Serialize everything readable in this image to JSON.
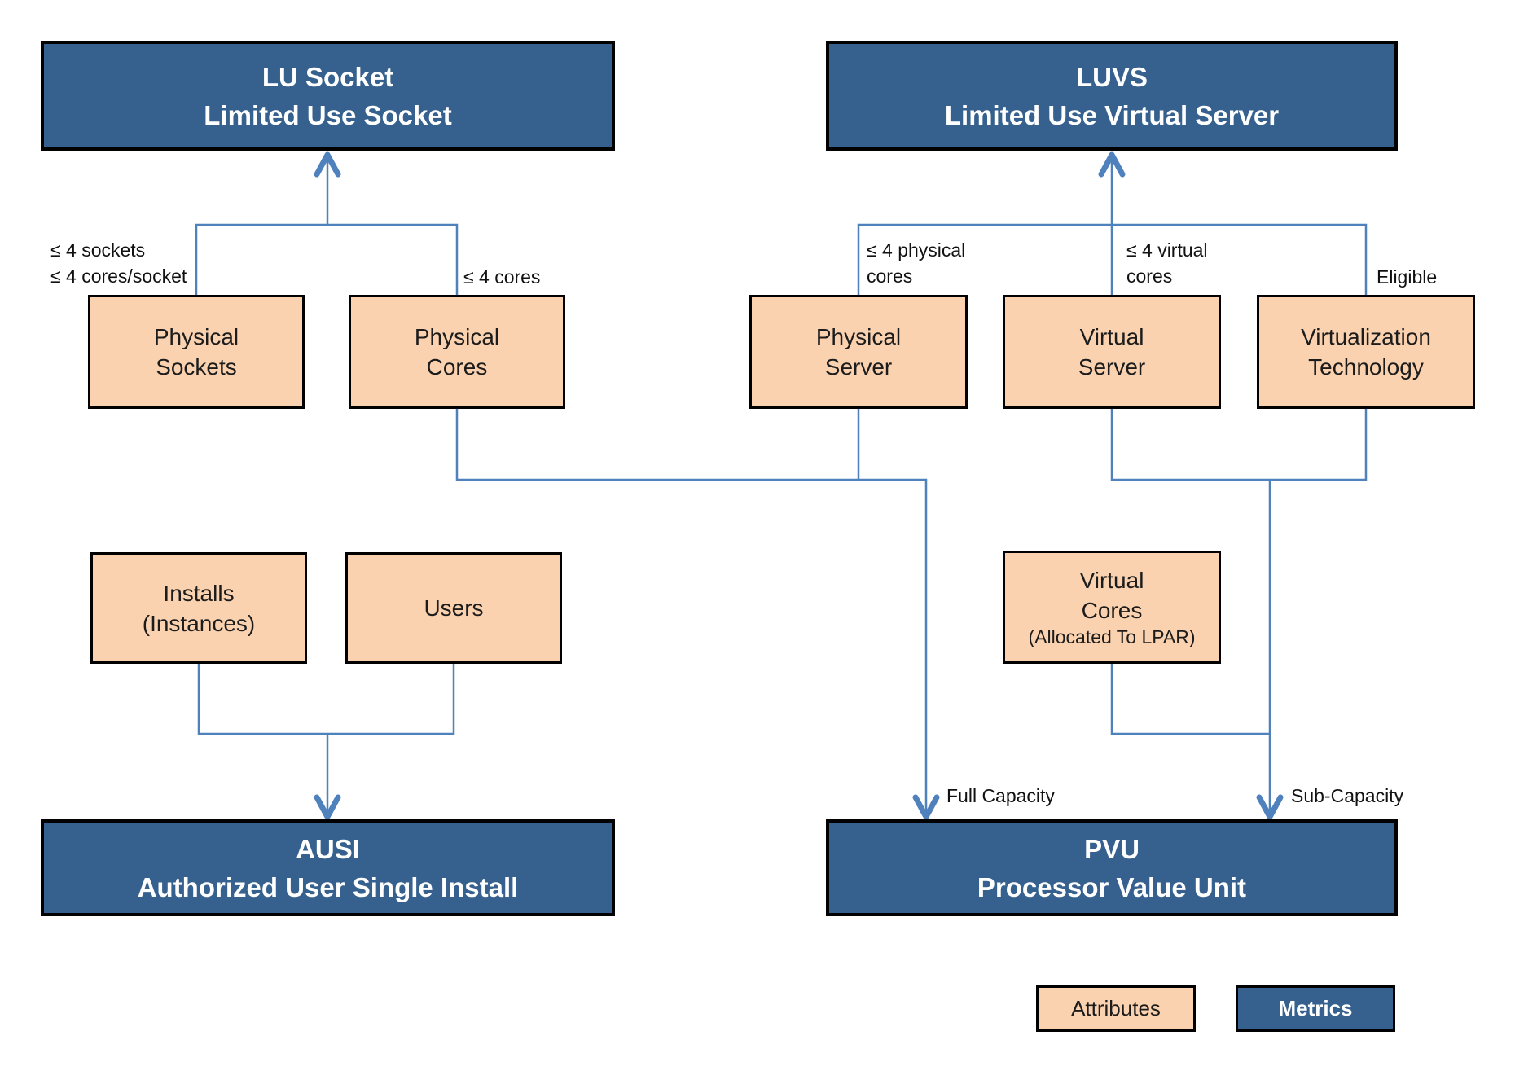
{
  "palette": {
    "metric_fill": "#36618F",
    "attribute_fill": "#FAD2AF",
    "connector": "#4F81BD",
    "border": "#000000"
  },
  "metric_boxes": {
    "lu_socket": {
      "abbr": "LU Socket",
      "name": "Limited Use Socket"
    },
    "luvs": {
      "abbr": "LUVS",
      "name": "Limited Use Virtual Server"
    },
    "ausi": {
      "abbr": "AUSI",
      "name": "Authorized User Single Install"
    },
    "pvu": {
      "abbr": "PVU",
      "name": "Processor Value Unit"
    }
  },
  "attribute_boxes": {
    "physical_sockets": {
      "line1": "Physical",
      "line2": "Sockets"
    },
    "physical_cores": {
      "line1": "Physical",
      "line2": "Cores"
    },
    "physical_server": {
      "line1": "Physical",
      "line2": "Server"
    },
    "virtual_server": {
      "line1": "Virtual",
      "line2": "Server"
    },
    "virtualization_technology": {
      "line1": "Virtualization",
      "line2": "Technology"
    },
    "installs": {
      "line1": "Installs",
      "line2": "(Instances)"
    },
    "users": {
      "line1": "Users"
    },
    "virtual_cores": {
      "line1": "Virtual",
      "line2": "Cores",
      "note": "(Allocated To LPAR)"
    }
  },
  "edge_labels": {
    "lu_socket_constraint_line1": "≤ 4 sockets",
    "lu_socket_constraint_line2": "≤ 4 cores/socket",
    "cores_constraint": "≤ 4 cores",
    "physical_server_constraint_line1": "≤ 4 physical",
    "physical_server_constraint_line2": "cores",
    "virtual_server_constraint_line1": "≤ 4 virtual",
    "virtual_server_constraint_line2": "cores",
    "eligible": "Eligible",
    "full_capacity": "Full Capacity",
    "sub_capacity": "Sub-Capacity"
  },
  "legend": {
    "attributes": "Attributes",
    "metrics": "Metrics"
  }
}
